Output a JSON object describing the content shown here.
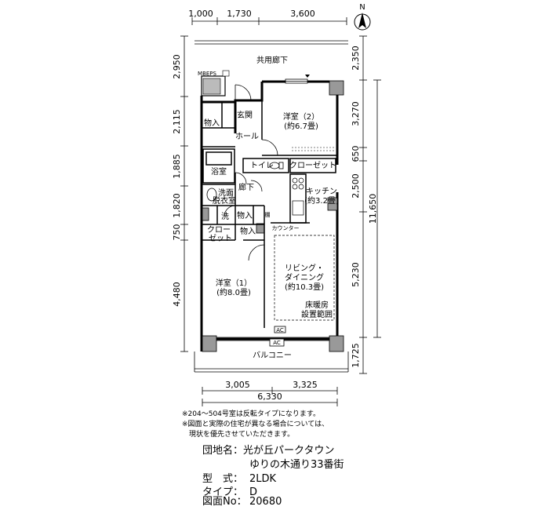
{
  "dimensions": {
    "top": [
      "1,000",
      "1,730",
      "3,600"
    ],
    "left": [
      "2,950",
      "2,115",
      "1,885",
      "1,820",
      "750",
      "4,480"
    ],
    "right": [
      "2,350",
      "3,270",
      "650",
      "2,500",
      "5,230",
      "1,725"
    ],
    "right_total": "11,650",
    "bottom": [
      "3,005",
      "3,325"
    ],
    "bottom_total": "6,330"
  },
  "compass": {
    "north": "N"
  },
  "rooms": {
    "corridor": "共用廊下",
    "mbeps": "MBEPS",
    "entrance": "玄関",
    "storage1": "物入",
    "hall": "ホール",
    "western2_name": "洋室（2）",
    "western2_size": "(約6.7畳)",
    "bath": "浴室",
    "toilet": "トイレ",
    "closet1": "クローゼット",
    "hallway": "廊下",
    "washroom1": "洗面",
    "washroom2": "脱衣室",
    "kitchen_name": "キッチン",
    "kitchen_size": "(約3.2畳)",
    "wash": "洗",
    "storage2": "物入",
    "shelf": "棚",
    "counter": "カウンター",
    "closet2a": "クロー",
    "closet2b": "ゼット",
    "storage3": "物入",
    "living1": "リビング・",
    "living2": "ダイニング",
    "living_size": "(約10.3畳)",
    "floorheat1": "床暖房",
    "floorheat2": "設置範囲",
    "western1_name": "洋室（1）",
    "western1_size": "(約8.0畳)",
    "ac": "AC",
    "balcony": "バルコニー"
  },
  "notes": [
    "※204～504号室は反転タイプになります。",
    "※図面と実際の住宅が異なる場合については、",
    "　現状を優先させていただきます。"
  ],
  "info": {
    "complex_label": "団地名：",
    "complex_line1": "光が丘パークタウン",
    "complex_line2": "ゆりの木通り33番街",
    "type_label": "型　式：",
    "type_value": "2LDK",
    "kind_label": "タイプ：",
    "kind_value": "D",
    "drawing_label": "図面No：",
    "drawing_value": "20680"
  }
}
